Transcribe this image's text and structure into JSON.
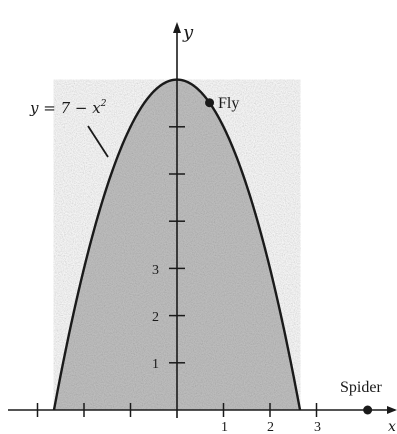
{
  "figure": {
    "curve_label_prefix": "y = 7 − x",
    "curve_label_exponent": "2",
    "fly_label": "Fly",
    "spider_label": "Spider",
    "y_axis_label": "y",
    "x_axis_label": "x",
    "y_tick_labels": [
      "1",
      "2",
      "3"
    ],
    "x_tick_labels": [
      "1",
      "2",
      "3"
    ],
    "curve": {
      "equation": "y = 7 - x^2",
      "a": 7,
      "x_range": [
        -2.6458,
        2.6458
      ]
    },
    "fly_point": {
      "x": 0.7,
      "y": 6.51
    },
    "spider_point": {
      "x": 4.1,
      "y": 0
    },
    "colors": {
      "shade": "#c4c4c4",
      "ink": "#1a1a1a"
    }
  }
}
